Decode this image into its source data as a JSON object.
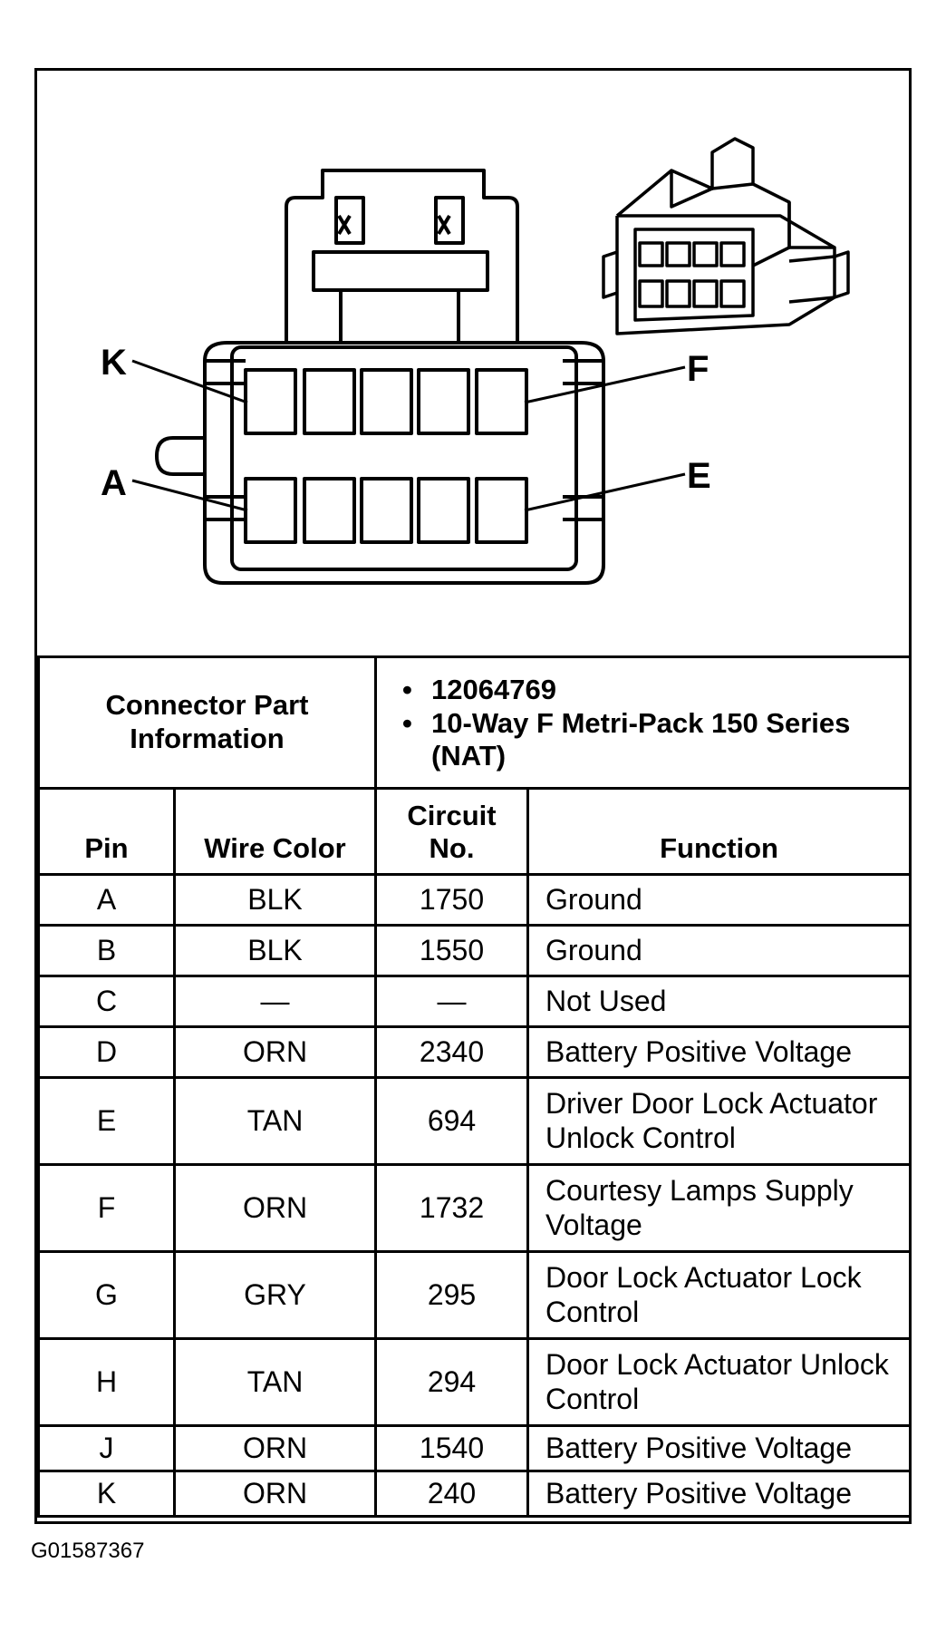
{
  "diagram": {
    "pin_labels": {
      "top_left": "K",
      "top_right": "F",
      "bottom_left": "A",
      "bottom_right": "E"
    }
  },
  "connector_info": {
    "label": "Connector Part Information",
    "items": [
      "12064769",
      "10-Way F Metri-Pack 150 Series (NAT)"
    ]
  },
  "table": {
    "headers": {
      "pin": "Pin",
      "wire_color": "Wire Color",
      "circuit_no": "Circuit No.",
      "function": "Function"
    },
    "rows": [
      {
        "pin": "A",
        "wire_color": "BLK",
        "circuit": "1750",
        "function": "Ground"
      },
      {
        "pin": "B",
        "wire_color": "BLK",
        "circuit": "1550",
        "function": "Ground"
      },
      {
        "pin": "C",
        "wire_color": "—",
        "circuit": "—",
        "function": "Not Used"
      },
      {
        "pin": "D",
        "wire_color": "ORN",
        "circuit": "2340",
        "function": "Battery Positive Voltage"
      },
      {
        "pin": "E",
        "wire_color": "TAN",
        "circuit": "694",
        "function": "Driver Door Lock Actuator Unlock Control"
      },
      {
        "pin": "F",
        "wire_color": "ORN",
        "circuit": "1732",
        "function": "Courtesy Lamps Supply Voltage"
      },
      {
        "pin": "G",
        "wire_color": "GRY",
        "circuit": "295",
        "function": "Door Lock Actuator Lock Control"
      },
      {
        "pin": "H",
        "wire_color": "TAN",
        "circuit": "294",
        "function": "Door Lock Actuator Unlock Control"
      },
      {
        "pin": "J",
        "wire_color": "ORN",
        "circuit": "1540",
        "function": "Battery Positive Voltage"
      },
      {
        "pin": "K",
        "wire_color": "ORN",
        "circuit": "240",
        "function": "Battery Positive Voltage"
      }
    ]
  },
  "figure_id": "G01587367"
}
